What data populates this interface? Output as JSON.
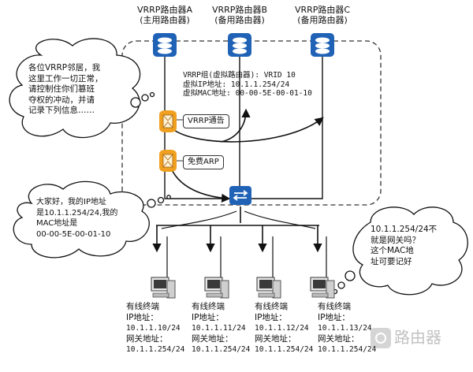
{
  "routers": [
    {
      "name": "VRRP路由器A",
      "role": "(主用路由器)"
    },
    {
      "name": "VRRP路由器B",
      "role": "(备用路由器)"
    },
    {
      "name": "VRRP路由器C",
      "role": "(备用路由器)"
    }
  ],
  "group_info": {
    "line1": "VRRP组(虚拟路由器): VRID 10",
    "line2": "虚拟IP地址: 10.1.1.254/24",
    "line3": "虚拟MAC地址: 00-00-5E-00-01-10"
  },
  "messages": {
    "vrrp_advert": "VRRP通告",
    "gratuitous_arp": "免费ARP"
  },
  "bubbles": {
    "router_a": "各位VRRP邻居，我\n这里工作一切正常，\n请控制住你们篡班\n夺权的冲动，并请\n记录下列信息……",
    "switch": "大家好，我的IP地址\n是10.1.1.254/24,我的\nMAC地址是\n00-00-5E-00-01-10",
    "terminal": "10.1.1.254/24不\n就是网关吗？\n这个MAC地\n址可要记好"
  },
  "terminals": [
    {
      "type": "有线终端",
      "ip_label": "IP地址：",
      "ip": "10.1.1.10/24",
      "gw_label": "网关地址：",
      "gw": "10.1.1.254/24"
    },
    {
      "type": "有线终端",
      "ip_label": "IP地址：",
      "ip": "10.1.1.11/24",
      "gw_label": "网关地址：",
      "gw": "10.1.1.254/24"
    },
    {
      "type": "有线终端",
      "ip_label": "IP地址：",
      "ip": "10.1.1.12/24",
      "gw_label": "网关地址：",
      "gw": "10.1.1.254/24"
    },
    {
      "type": "有线终端",
      "ip_label": "IP地址：",
      "ip": "10.1.1.13/24",
      "gw_label": "网关地址：",
      "gw": "10.1.1.254/24"
    }
  ],
  "watermark": "路由器",
  "colors": {
    "router": "#1f62b6",
    "switch": "#1f62b6",
    "envelope": "#f0a020",
    "dash": "#333333"
  }
}
